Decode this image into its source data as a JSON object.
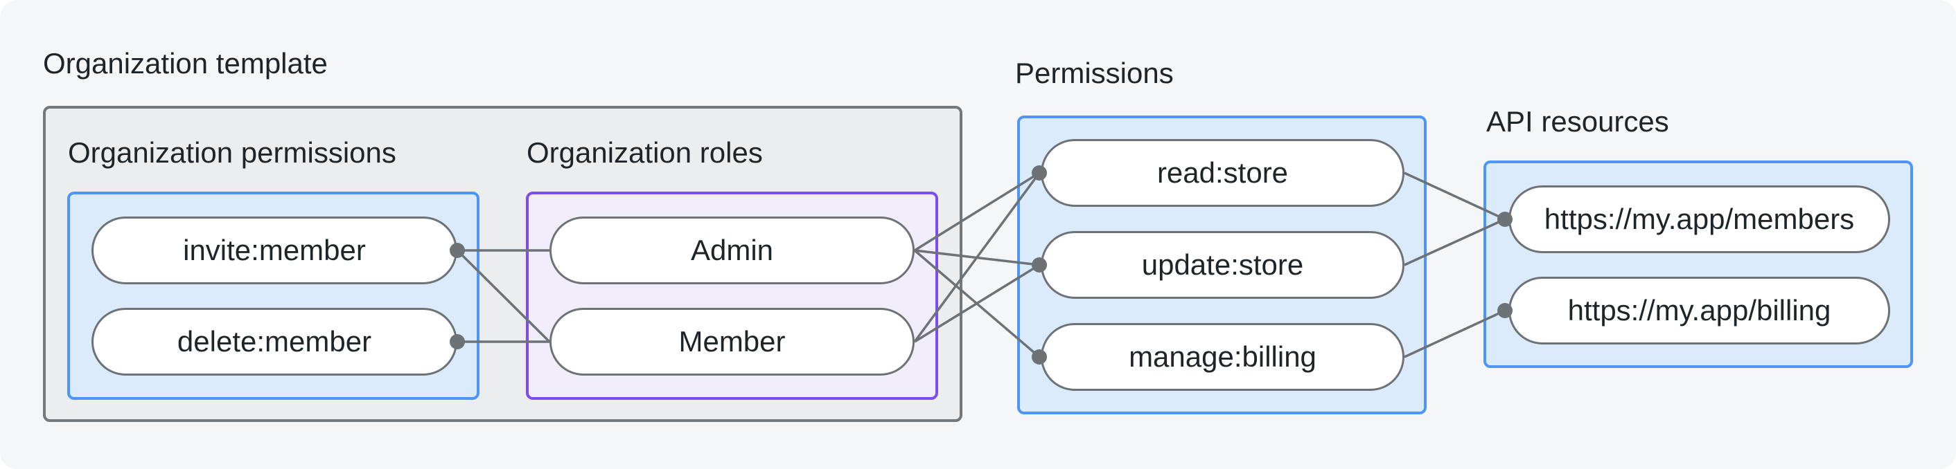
{
  "labels": {
    "organization_template": "Organization template",
    "organization_permissions": "Organization permissions",
    "organization_roles": "Organization roles",
    "permissions": "Permissions",
    "api_resources": "API resources"
  },
  "nodes": {
    "org_permissions": [
      "invite:member",
      "delete:member"
    ],
    "org_roles": [
      "Admin",
      "Member"
    ],
    "permissions": [
      "read:store",
      "update:store",
      "manage:billing"
    ],
    "api_resources": [
      "https://my.app/members",
      "https://my.app/billing"
    ]
  },
  "edges": [
    {
      "from": "invite:member",
      "to": "Admin"
    },
    {
      "from": "invite:member",
      "to": "Member"
    },
    {
      "from": "delete:member",
      "to": "Member"
    },
    {
      "from": "Admin",
      "to": "read:store"
    },
    {
      "from": "Admin",
      "to": "update:store"
    },
    {
      "from": "Admin",
      "to": "manage:billing"
    },
    {
      "from": "Member",
      "to": "read:store"
    },
    {
      "from": "Member",
      "to": "update:store"
    },
    {
      "from": "read:store",
      "to": "https://my.app/members"
    },
    {
      "from": "update:store",
      "to": "https://my.app/members"
    },
    {
      "from": "manage:billing",
      "to": "https://my.app/billing"
    }
  ],
  "colors": {
    "surface": "#f4f6f7",
    "group_box_fill": "#ebedee",
    "group_box_border": "#73787c",
    "blue_box_fill": "#dcebfb",
    "blue_box_border": "#4d96f8",
    "purple_box_fill": "#f2edfb",
    "purple_box_border": "#7a4df2",
    "pill_fill": "#ffffff",
    "pill_border": "#6d7277",
    "edge": "#6d7277",
    "text": "#1f2429"
  }
}
